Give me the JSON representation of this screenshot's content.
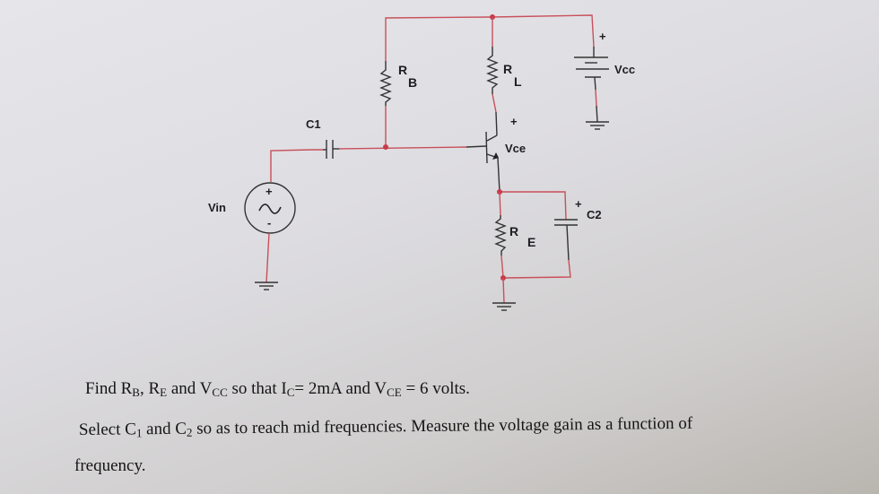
{
  "circuit": {
    "title": "Common-emitter BJT amplifier",
    "components": {
      "vin": {
        "label": "Vin",
        "plus": "+",
        "minus": "-"
      },
      "c1": {
        "label": "C1"
      },
      "rb": {
        "label": "R",
        "sub": "B"
      },
      "rl": {
        "label": "R",
        "sub": "L"
      },
      "re": {
        "label": "R",
        "sub": "E"
      },
      "c2": {
        "label": "C2",
        "plus": "+"
      },
      "vcc": {
        "label": "Vcc",
        "plus": "+"
      },
      "vce": {
        "label": "Vce",
        "plus": "+"
      }
    },
    "colors": {
      "wire": "#c8505a",
      "node": "#c83a48",
      "component": "#333333"
    }
  },
  "problem": {
    "line1": {
      "parts": [
        "Find R",
        "B",
        ", R",
        "E",
        " and V",
        "CC",
        " so that I",
        "C",
        "= 2mA and V",
        "CE",
        " = 6 volts."
      ]
    },
    "line2": {
      "parts": [
        "Select C",
        "1",
        " and C",
        "2",
        " so as to reach mid frequencies.  Measure the voltage gain as a function of"
      ]
    },
    "line3": "frequency."
  }
}
